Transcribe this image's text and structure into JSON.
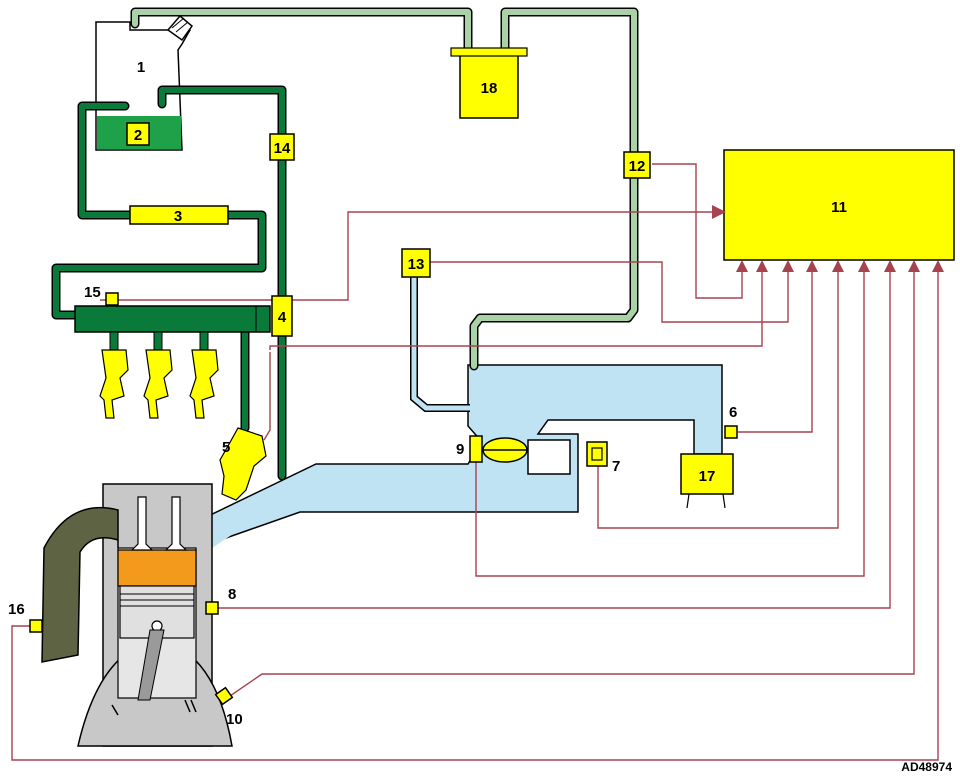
{
  "diagram": {
    "code": "AD48974",
    "labels": {
      "l1": "1",
      "l2": "2",
      "l3": "3",
      "l4": "4",
      "l5": "5",
      "l6": "6",
      "l7": "7",
      "l8": "8",
      "l9": "9",
      "l10": "10",
      "l11": "11",
      "l12": "12",
      "l13": "13",
      "l14": "14",
      "l15": "15",
      "l16": "16",
      "l17": "17",
      "l18": "18"
    },
    "colors": {
      "component": "#ffff00",
      "high_pressure_fuel": "#0a7a3a",
      "low_pressure_line": "#a9d3a6",
      "intake_air": "#bfe3f3",
      "signal_wire": "#a7434e",
      "engine_block": "#c8c8c8",
      "combustion_chamber": "#f39a1c",
      "exhaust": "#5e6443"
    }
  }
}
